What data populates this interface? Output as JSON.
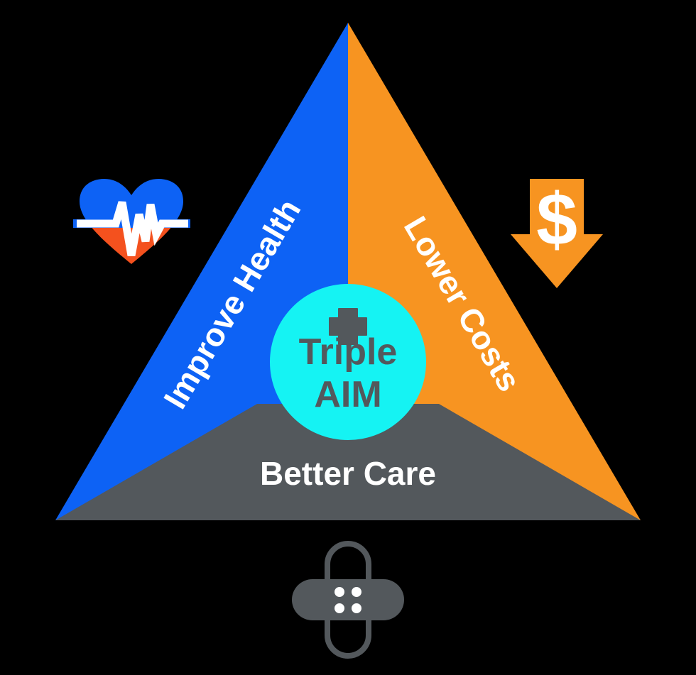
{
  "diagram": {
    "title": "Triple AIM",
    "type": "triangle-framework",
    "background_color": "#000000",
    "center": {
      "circle_color": "#15f3f3",
      "text_color": "#53585c",
      "icon": "plus-icon",
      "line1": "Triple",
      "line2": "AIM"
    },
    "sides": [
      {
        "id": "improve-health",
        "label": "Improve Health",
        "color": "#0d62f5",
        "text_color": "#ffffff",
        "position": "left",
        "icon": "heartbeat-icon",
        "icon_colors": {
          "top": "#0d62f5",
          "bottom": "#f4511e",
          "pulse": "#ffffff"
        }
      },
      {
        "id": "lower-costs",
        "label": "Lower Costs",
        "color": "#f79421",
        "text_color": "#ffffff",
        "position": "right",
        "icon": "dollar-down-arrow-icon",
        "icon_colors": {
          "arrow": "#f79421",
          "symbol": "#ffffff"
        }
      },
      {
        "id": "better-care",
        "label": "Better Care",
        "color": "#53585c",
        "text_color": "#ffffff",
        "position": "bottom",
        "icon": "bandage-cross-icon",
        "icon_colors": {
          "bandage": "#53585c",
          "dots": "#ffffff"
        }
      }
    ]
  }
}
